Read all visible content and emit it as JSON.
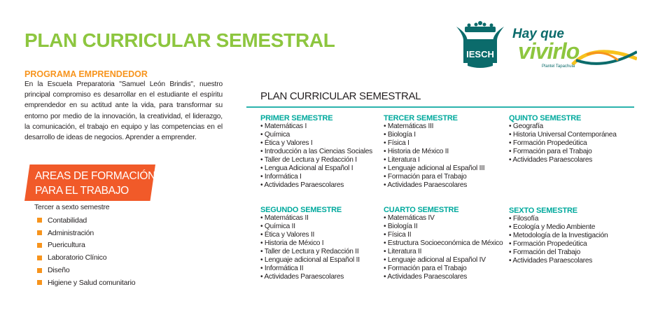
{
  "title": "PLAN CURRICULAR SEMESTRAL",
  "logo": {
    "emblem": "IESCH",
    "tagline1": "Hay que",
    "tagline2": "vivirlo",
    "campus": "Plantel Tapachula"
  },
  "programa": {
    "heading": "PROGRAMA EMPRENDEDOR",
    "text": "En la Escuela Preparatoria \"Samuel León Brindis\", nuestro principal compromiso es desarrollar en el estudiante el espíritu emprendedor en su actitud ante la vida, para transformar su entorno por medio de la innovación, la creatividad, el liderazgo, la comunicación, el trabajo en equipo y las competencias en el desarrollo de ideas de negocios. Aprender a emprender."
  },
  "areas": {
    "banner_line1": "AREAS DE FORMACIÓN",
    "banner_line2": "PARA EL TRABAJO",
    "subtitle": "Tercer a sexto semestre",
    "items": [
      "Contabilidad",
      "Administración",
      "Puericultura",
      "Laboratorio Clínico",
      "Diseño",
      "Higiene y Salud comunitario"
    ]
  },
  "plan": {
    "heading": "PLAN CURRICULAR SEMESTRAL",
    "semesters": [
      {
        "name": "PRIMER SEMESTRE",
        "subjects": [
          "Matemáticas I",
          "Química",
          "Ética y Valores  I",
          "Introducción a las Ciencias Sociales",
          "Taller de Lectura y Redacción I",
          "Lengua Adicional al Español I",
          "Informática I",
          "Actividades Paraescolares"
        ]
      },
      {
        "name": "SEGUNDO SEMESTRE",
        "subjects": [
          "Matemáticas II",
          "Química II",
          "Ética y Valores II",
          "Historia de México I",
          "Taller de Lectura y Redacción II",
          "Lenguaje adicional al Español II",
          "Informática II",
          "Actividades Paraescolares"
        ]
      },
      {
        "name": "TERCER SEMESTRE",
        "subjects": [
          "Matemáticas III",
          "Biología I",
          "Física I",
          "Historia  de México II",
          "Literatura I",
          "Lenguaje adicional al Español III",
          "Formación para el Trabajo",
          "Actividades Paraescolares"
        ]
      },
      {
        "name": "CUARTO SEMESTRE",
        "subjects": [
          "Matemáticas IV",
          "Biología II",
          "Física II",
          "Estructura Socioeconómica de México",
          "Literatura II",
          "Lenguaje adicional al Español IV",
          "Formación para el Trabajo",
          "Actividades Paraescolares"
        ]
      },
      {
        "name": "QUINTO SEMESTRE",
        "subjects": [
          "Geografía",
          "Historia  Universal Contemporánea",
          "Formación Propedeútica",
          "Formación para el Trabajo",
          "Actividades Paraescolares"
        ]
      },
      {
        "name": "SEXTO SEMESTRE",
        "subjects": [
          "Filosofía",
          "Ecología y Medio Ambiente",
          "Metodología de la Investigación",
          "Formación Propedeútica",
          "Formación del Trabajo",
          "Actividades Paraescolares"
        ]
      }
    ]
  },
  "colors": {
    "green": "#8dc63f",
    "orange": "#f7941d",
    "banner": "#f15a29",
    "teal": "#00a99d",
    "logo_teal": "#0b6b6b"
  }
}
